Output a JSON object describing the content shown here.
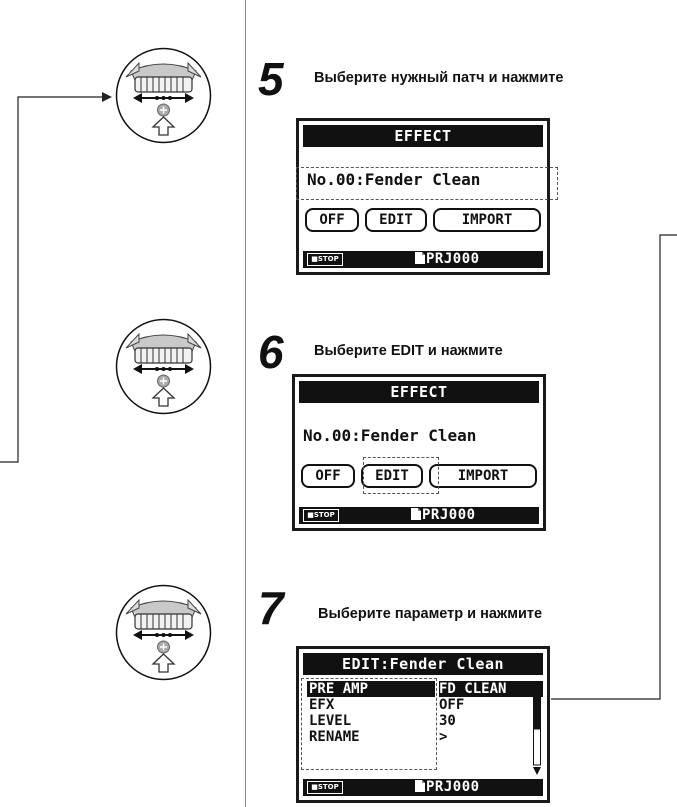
{
  "steps": [
    {
      "number": "5",
      "instruction": "Выберите нужный патч и нажмите"
    },
    {
      "number": "6",
      "instruction": "Выберите EDIT и нажмите"
    },
    {
      "number": "7",
      "instruction": "Выберите параметр и нажмите"
    }
  ],
  "screen5": {
    "title": "EFFECT",
    "patch": "No.00:Fender Clean",
    "buttons": [
      "OFF",
      "EDIT",
      "IMPORT"
    ],
    "stop": "■STOP",
    "project": "PRJ000"
  },
  "screen6": {
    "title": "EFFECT",
    "patch": "No.00:Fender Clean",
    "buttons": [
      "OFF",
      "EDIT",
      "IMPORT"
    ],
    "stop": "■STOP",
    "project": "PRJ000"
  },
  "screen7": {
    "title": "EDIT:Fender Clean",
    "params": [
      "PRE AMP",
      "EFX",
      "LEVEL",
      "RENAME"
    ],
    "values": [
      "FD CLEAN",
      "OFF",
      "30",
      ">"
    ],
    "stop": "■STOP",
    "project": "PRJ000"
  },
  "icons": [
    "dial-wheel-icon",
    "folder-icon",
    "arrow-connector"
  ]
}
